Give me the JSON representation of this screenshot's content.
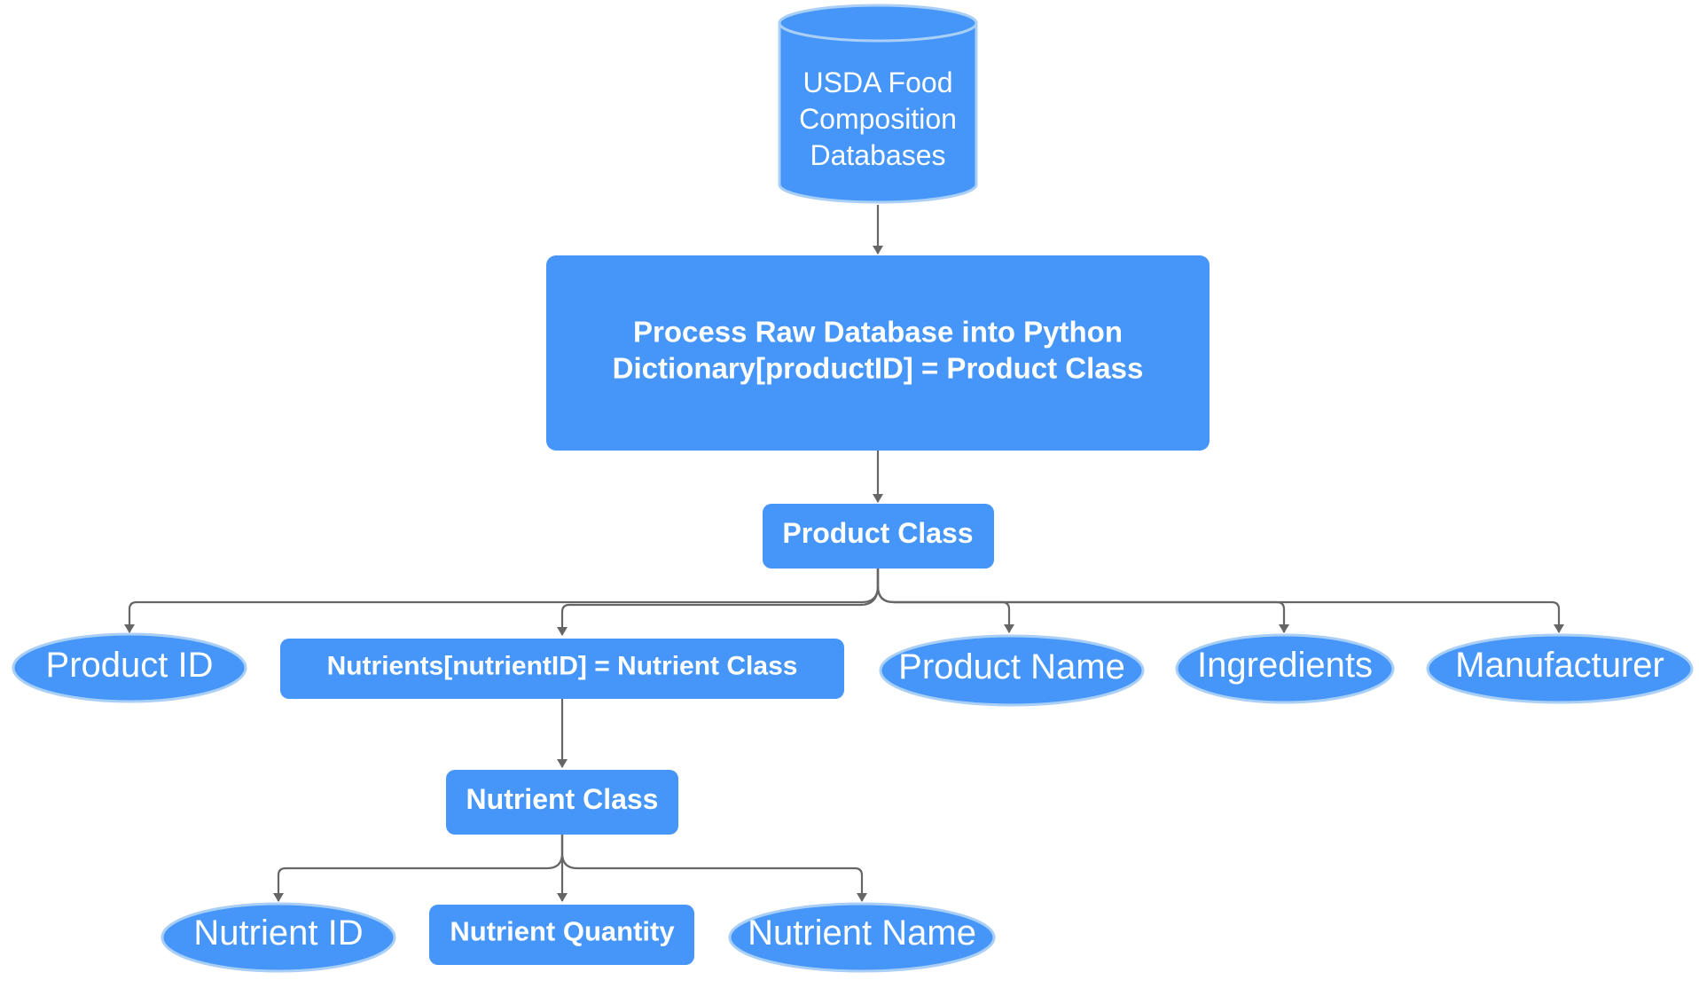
{
  "colors": {
    "node_fill": "#4596F8",
    "node_border": "#A9CFF7",
    "edge": "#666666",
    "text": "#FFFFFF",
    "background": "#FFFFFF"
  },
  "nodes": {
    "usda_db": {
      "label_lines": [
        "USDA Food",
        "Composition",
        "Databases"
      ],
      "shape": "cylinder"
    },
    "process": {
      "label_lines": [
        "Process Raw Database into Python",
        "Dictionary[productID] = Product Class"
      ],
      "shape": "rounded-rectangle"
    },
    "product_class": {
      "label": "Product Class",
      "shape": "rounded-rectangle"
    },
    "product_id": {
      "label": "Product ID",
      "shape": "ellipse"
    },
    "nutrients_dict": {
      "label": "Nutrients[nutrientID] = Nutrient Class",
      "shape": "rounded-rectangle"
    },
    "product_name": {
      "label": "Product Name",
      "shape": "ellipse"
    },
    "ingredients": {
      "label": "Ingredients",
      "shape": "ellipse"
    },
    "manufacturer": {
      "label": "Manufacturer",
      "shape": "ellipse"
    },
    "nutrient_class": {
      "label": "Nutrient Class",
      "shape": "rounded-rectangle"
    },
    "nutrient_id": {
      "label": "Nutrient ID",
      "shape": "ellipse"
    },
    "nutrient_quantity": {
      "label": "Nutrient Quantity",
      "shape": "rounded-rectangle"
    },
    "nutrient_name": {
      "label": "Nutrient Name",
      "shape": "ellipse"
    }
  },
  "edges": [
    {
      "from": "usda_db",
      "to": "process"
    },
    {
      "from": "process",
      "to": "product_class"
    },
    {
      "from": "product_class",
      "to": "product_id"
    },
    {
      "from": "product_class",
      "to": "nutrients_dict"
    },
    {
      "from": "product_class",
      "to": "product_name"
    },
    {
      "from": "product_class",
      "to": "ingredients"
    },
    {
      "from": "product_class",
      "to": "manufacturer"
    },
    {
      "from": "nutrients_dict",
      "to": "nutrient_class"
    },
    {
      "from": "nutrient_class",
      "to": "nutrient_id"
    },
    {
      "from": "nutrient_class",
      "to": "nutrient_quantity"
    },
    {
      "from": "nutrient_class",
      "to": "nutrient_name"
    }
  ]
}
